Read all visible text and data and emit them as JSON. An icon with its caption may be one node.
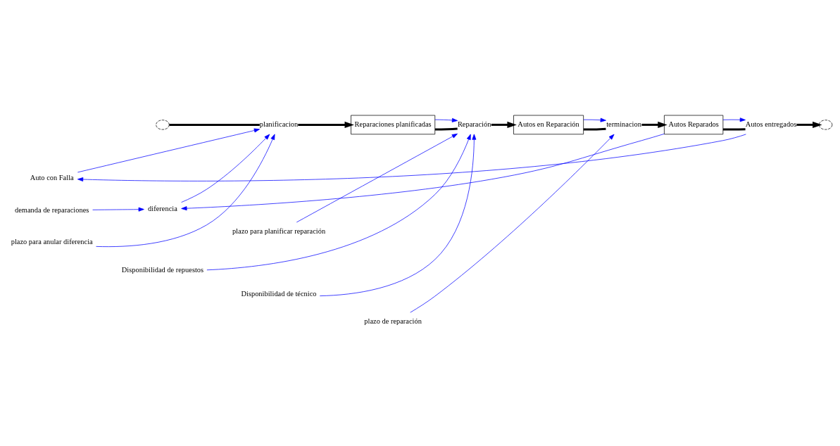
{
  "diagram": {
    "nodes": [
      {
        "text": [],
        "shape": "cloud"
      },
      {
        "text": [
          "planificacion"
        ]
      },
      {
        "text": [
          "Reparaciones planificadas"
        ]
      },
      {
        "text": [
          "Reparación"
        ]
      },
      {
        "text": [
          "Autos en Reparación"
        ]
      },
      {
        "text": [
          "terminacion"
        ]
      },
      {
        "text": [
          "Autos Reparados"
        ]
      },
      {
        "text": [
          "Autos entregados"
        ]
      },
      {
        "text": [],
        "shape": "cloud"
      },
      {
        "text": [
          "plazo para anular diferencia"
        ]
      },
      {
        "text": [
          "plazo para planificar reparación"
        ]
      },
      {
        "text": [
          "plazo de reparación"
        ]
      },
      {
        "text": [
          "Disponibilidad de repuestos"
        ]
      },
      {
        "text": [
          "Disponibilidad de técnico"
        ]
      },
      {
        "text": [
          "diferencia"
        ]
      },
      {
        "text": [
          "Auto con Falla"
        ]
      },
      {
        "text": [
          "demanda de reparaciones"
        ]
      }
    ],
    "edges": [
      {
        "from": 0,
        "to": 1,
        "arrow": "none",
        "style": "thick",
        "color": "#000000"
      },
      {
        "from": 1,
        "to": 2,
        "arrow": "to",
        "style": "thick",
        "color": "#000000"
      },
      {
        "from": 2,
        "to": 3,
        "arrow": "none",
        "style": "thick",
        "color": "#000000"
      },
      {
        "from": 3,
        "to": 4,
        "arrow": "to",
        "style": "thick",
        "color": "#000000"
      },
      {
        "from": 4,
        "to": 5,
        "arrow": "none",
        "style": "thick",
        "color": "#000000"
      },
      {
        "from": 5,
        "to": 6,
        "arrow": "to",
        "style": "thick",
        "color": "#000000"
      },
      {
        "from": 6,
        "to": 7,
        "arrow": "none",
        "style": "thick",
        "color": "#000000"
      },
      {
        "from": 7,
        "to": 8,
        "arrow": "to",
        "style": "thick",
        "color": "#000000"
      },
      {
        "from": 9,
        "to": 1,
        "arrow": "to"
      },
      {
        "from": 10,
        "to": 3,
        "arrow": "to"
      },
      {
        "from": 11,
        "to": 5,
        "arrow": "to"
      },
      {
        "from": 2,
        "to": 3,
        "arrow": "to"
      },
      {
        "from": 4,
        "to": 5,
        "arrow": "to"
      },
      {
        "from": 12,
        "to": 3,
        "arrow": "to"
      },
      {
        "from": 13,
        "to": 3,
        "arrow": "to"
      },
      {
        "from": 6,
        "to": 7,
        "arrow": "to"
      },
      {
        "from": 14,
        "to": 1,
        "arrow": "to"
      },
      {
        "from": 15,
        "to": 1,
        "arrow": "to"
      },
      {
        "from": 6,
        "to": 14,
        "arrow": "to"
      },
      {
        "from": 7,
        "to": 15,
        "arrow": "to"
      },
      {
        "from": 16,
        "to": 14,
        "arrow": "to"
      }
    ]
  }
}
